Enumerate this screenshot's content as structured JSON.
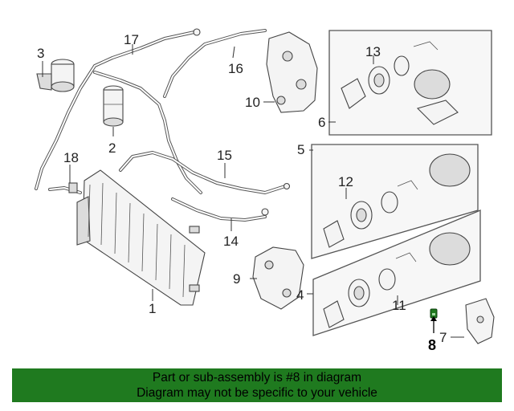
{
  "callouts": {
    "c1": "1",
    "c2": "2",
    "c3": "3",
    "c4": "4",
    "c5": "5",
    "c6": "6",
    "c7": "7",
    "c8": "8",
    "c9": "9",
    "c10": "10",
    "c11": "11",
    "c12": "12",
    "c13": "13",
    "c14": "14",
    "c15": "15",
    "c16": "16",
    "c17": "17",
    "c18": "18"
  },
  "highlight": {
    "part_number": "8",
    "color": "#1f7a1f"
  },
  "banner": {
    "line1": "Part or sub-assembly is #8 in diagram",
    "line2": "Diagram may not be specific to your vehicle",
    "background": "#1f7a1f"
  }
}
